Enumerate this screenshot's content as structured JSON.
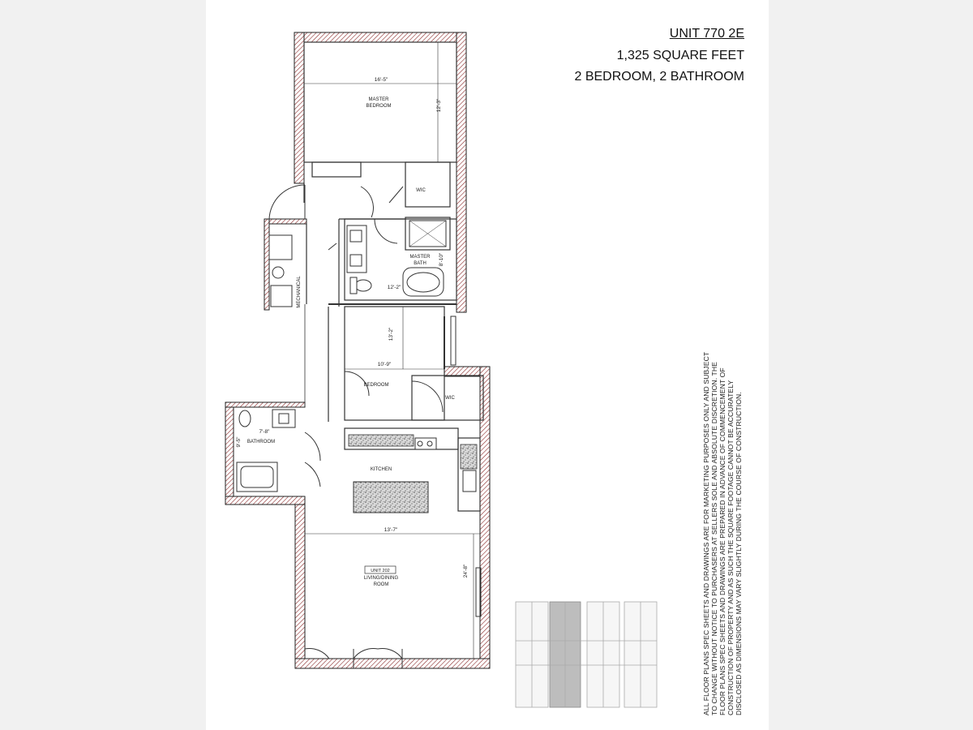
{
  "header": {
    "unit": "UNIT 770 2E",
    "area": "1,325 SQUARE FEET",
    "rooms": "2 BEDROOM, 2 BATHROOM"
  },
  "rooms": {
    "master_bedroom": "MASTER\nBEDROOM",
    "master_bedroom_line1": "MASTER",
    "master_bedroom_line2": "BEDROOM",
    "master_bath_line1": "MASTER",
    "master_bath_line2": "BATH",
    "wic_1": "WIC",
    "wic_2": "WIC",
    "bedroom": "BEDROOM",
    "bathroom": "BATHROOM",
    "mechanical": "MECHANICAL",
    "kitchen": "KITCHEN",
    "unit_tag": "UNIT 202",
    "living_line1": "LIVING/DINING",
    "living_line2": "ROOM"
  },
  "dimensions": {
    "master_bedroom_width": "16'-5\"",
    "master_bedroom_depth": "12'-3\"",
    "master_bath_width": "12'-2\"",
    "master_bath_depth": "8'-10\"",
    "bedroom_width": "10'-9\"",
    "bedroom_depth": "13'-2\"",
    "bathroom_width": "7'-8\"",
    "bathroom_depth": "9'-5\"",
    "living_width": "13'-7\"",
    "living_depth": "24'-8\""
  },
  "disclaimer": [
    "ALL FLOOR PLANS SPEC SHEETS AND DRAWINGS ARE FOR MARKETING PURPOSES ONLY AND SUBJECT",
    "TO CHANGE WITHOUT NOTICE TO PURCHASERS AT SELLERS SOLE AND ABSOLUTE DISCRETION. THE",
    "FLOOR PLANS SPEC SHEETS AND DRAWINGS ARE PREPARED IN ADVANCE OF COMMENCEMENT OF",
    "CONSTRUCTION OF PROPERTY AND AS SUCH THE SQUARE FOOTAGE CANNOT BE ACCURATELY",
    "DISCLOSED AS DIMENSIONS MAY VARY SLIGHTLY DURING THE COURSE OF CONSTRUCTION."
  ]
}
